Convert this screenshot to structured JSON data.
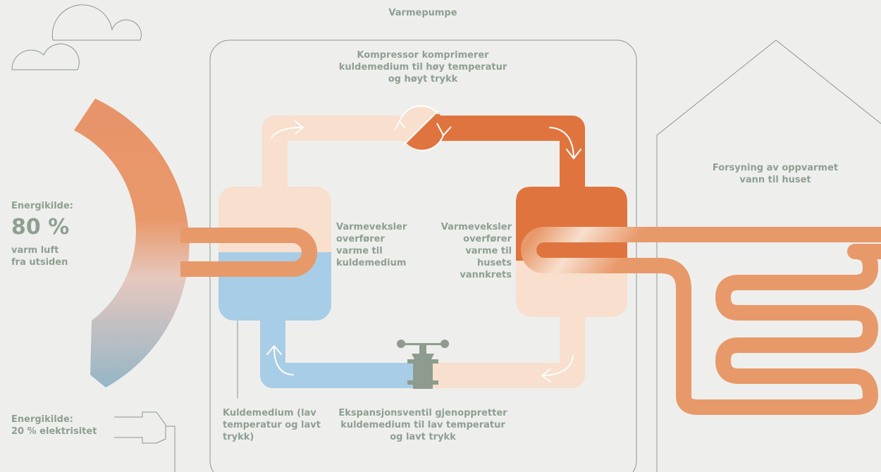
{
  "title": "Varmepumpe",
  "compressor": {
    "line1": "Kompressor komprimerer",
    "line2": "kuldemedium til høy temperatur",
    "line3": "og høyt trykk"
  },
  "supply": {
    "line1": "Forsyning av oppvarmet",
    "line2": "vann til huset"
  },
  "source_air": {
    "heading": "Energikilde:",
    "percent": "80 %",
    "line1": "varm luft",
    "line2": "fra utsiden"
  },
  "source_power": {
    "line1": "Energikilde:",
    "line2": "20 % elektrisitet"
  },
  "evaporator": {
    "line1": "Varmeveksler",
    "line2": "overfører",
    "line3": "varme til",
    "line4": "kuldemedium"
  },
  "condenser": {
    "line1": "Varmeveksler",
    "line2": "overfører",
    "line3": "varme til",
    "line4": "husets",
    "line5": "vannkrets"
  },
  "refrigerant": {
    "line1": "Kuldemedium (lav",
    "line2": "temperatur og lavt",
    "line3": "trykk)"
  },
  "expansion": {
    "line1": "Ekspansjonsventil gjenoppretter",
    "line2": "kuldemedium til lav temperatur",
    "line3": "og lavt trykk"
  },
  "colors": {
    "background": "#eeefec",
    "label_text": "#8e9f91",
    "outline": "#8e9590",
    "hot": "#e0743e",
    "warm": "#e8996a",
    "pale": "#f8dfce",
    "cold": "#a8cde6",
    "valve": "#8d9c8e"
  }
}
